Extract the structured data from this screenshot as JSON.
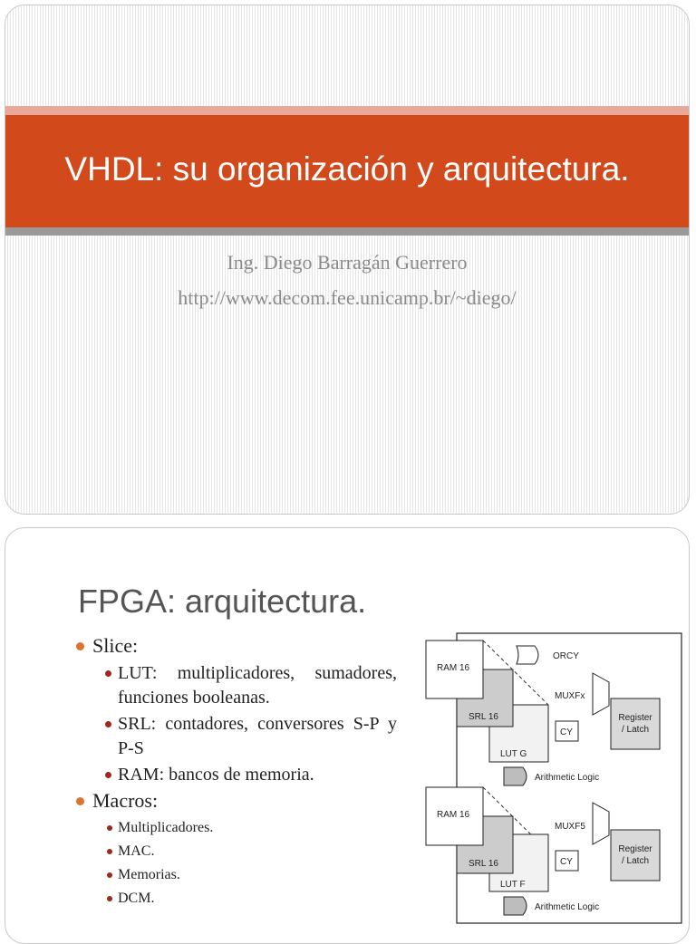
{
  "slide1": {
    "title": "VHDL: su organización y arquitectura.",
    "author": "Ing. Diego Barragán Guerrero",
    "url": "http://www.decom.fee.unicamp.br/~diego/"
  },
  "slide2": {
    "title": "FPGA: arquitectura.",
    "bullets": {
      "slice": "Slice:",
      "lut": "LUT: multiplicadores, sumadores, funciones booleanas.",
      "srl": "SRL: contadores, conversores S-P y P-S",
      "ram": "RAM: bancos de memoria.",
      "macros": "Macros:",
      "mult": "Multiplicadores.",
      "mac": "MAC.",
      "mem": "Memorias.",
      "dcm": "DCM."
    },
    "diagram": {
      "ram_top": "RAM 16",
      "srl_top": "SRL 16",
      "lut_g": "LUT G",
      "orcy": "ORCY",
      "muxfx": "MUXFx",
      "cy_top": "CY",
      "register_top_1": "Register",
      "register_top_2": "/ Latch",
      "arith_top": "Arithmetic Logic",
      "ram_bottom": "RAM 16",
      "srl_bottom": "SRL 16",
      "lut_f": "LUT F",
      "muxf5": "MUXF5",
      "cy_bottom": "CY",
      "register_bottom_1": "Register",
      "register_bottom_2": "/ Latch",
      "arith_bottom": "Arithmetic Logic"
    }
  },
  "colors": {
    "title_band": "#d24a1b",
    "band_top": "#e8a89a",
    "band_bottom": "#9a9a9a",
    "bullet_l1": "#d9732f",
    "bullet_l2": "#9b2a1c"
  }
}
